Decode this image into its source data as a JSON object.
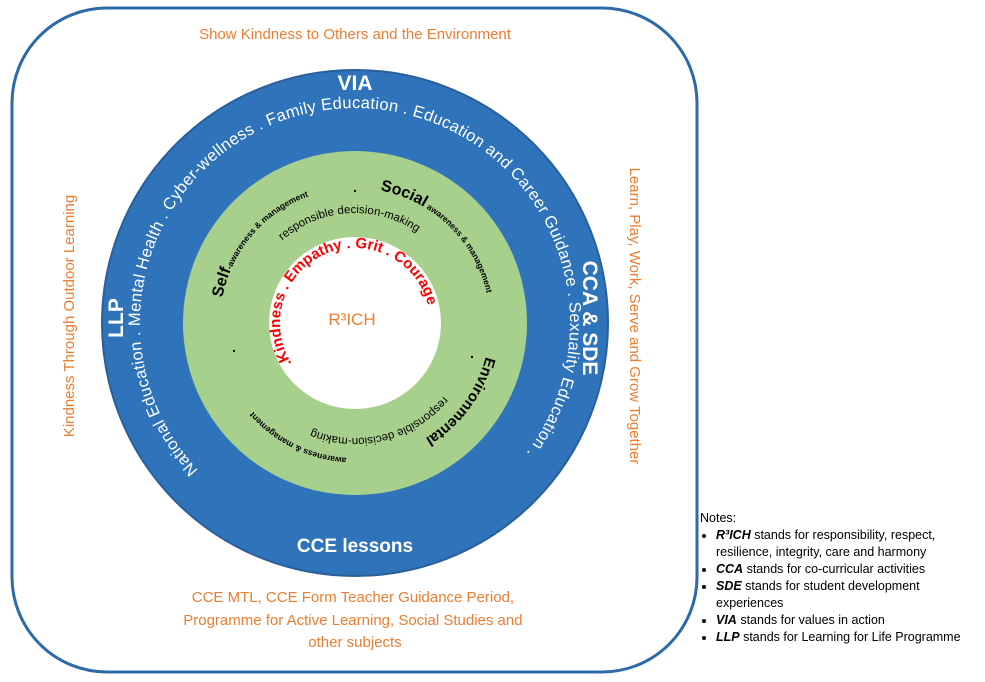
{
  "outer_top_text": "Show Kindness to Others and the Environment",
  "outer_left_text": "Kindness Through Outdoor Learning",
  "outer_right_text": "Learn, Play, Work, Serve and Grow Together",
  "outer_bottom_lines": [
    "CCE MTL, CCE Form Teacher Guidance Period,",
    "Programme for Active Learning, Social Studies and",
    "other subjects"
  ],
  "blue_ring": {
    "top_label": "VIA",
    "left_label": "LLP",
    "right_label": "CCA & SDE",
    "bottom_label": "CCE lessons",
    "arc_text": "National Education . Mental Health . Cyber-wellness . Family Education . Education and Career Guidance . Sexuality Education ."
  },
  "green_ring": {
    "self_big": "Self",
    "self_small": "-awareness & management",
    "social_big": "Social",
    "social_small": " awareness & management",
    "environmental_big": "Environmental",
    "environmental_small": "awareness & management",
    "rdm_top": "responsible decision-making",
    "rdm_bottom": "responsible decision-making",
    "dot": "."
  },
  "inner": {
    "values_arc": ".Kindness . Empathy . Grit . Courage",
    "center_label": "R³ICH"
  },
  "notes": {
    "title": "Notes:",
    "items": [
      {
        "term": "R³ICH",
        "text": " stands for responsibility, respect, resilience, integrity, care and harmony"
      },
      {
        "term": "CCA",
        "text": " stands for co-curricular activities"
      },
      {
        "term": "SDE",
        "text": " stands for student development experiences"
      },
      {
        "term": "VIA",
        "text": " stands for values in action"
      },
      {
        "term": "LLP",
        "text": " stands for Learning for Life Programme"
      }
    ]
  },
  "colors": {
    "frame_border": "#2E6AA8",
    "blue_ring": "#2F73BA",
    "blue_ring_edge": "#2A5F99",
    "green_ring": "#A8D08D",
    "orange_text": "#ED7D31",
    "red_text": "#FF0000"
  }
}
